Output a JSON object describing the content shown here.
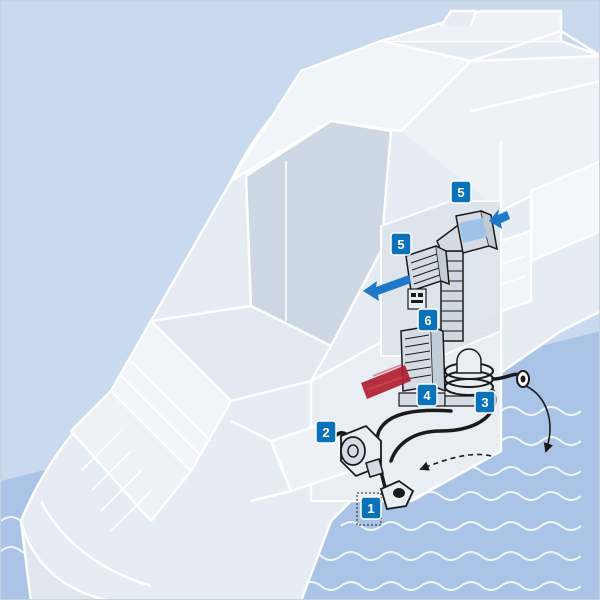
{
  "diagram": {
    "colors": {
      "sky": "#c9d9ee",
      "water": "#a9c4e6",
      "wave": "#ffffff",
      "hull": "#eef2f7",
      "outline": "#ffffff",
      "badge": "#0a72b8",
      "arrow_blue": "#1f78c8",
      "arrow_red": "#b0192a",
      "unit_black": "#1a1a1a",
      "unit_fill": "#d4dbe4"
    },
    "callouts": [
      {
        "label": "1",
        "name": "water-intake-seacock"
      },
      {
        "label": "2",
        "name": "seawater-pump"
      },
      {
        "label": "3",
        "name": "condenser-coil"
      },
      {
        "label": "4",
        "name": "air-handler-return-grille"
      },
      {
        "label": "5",
        "name": "supply-air-outlet-left"
      },
      {
        "label": "5",
        "name": "supply-air-outlet-right"
      },
      {
        "label": "6",
        "name": "ducting"
      }
    ],
    "icons": [
      "air-flow-arrow-icon",
      "heat-flow-arrow-icon",
      "water-flow-arrow-icon",
      "wave-icon"
    ]
  }
}
